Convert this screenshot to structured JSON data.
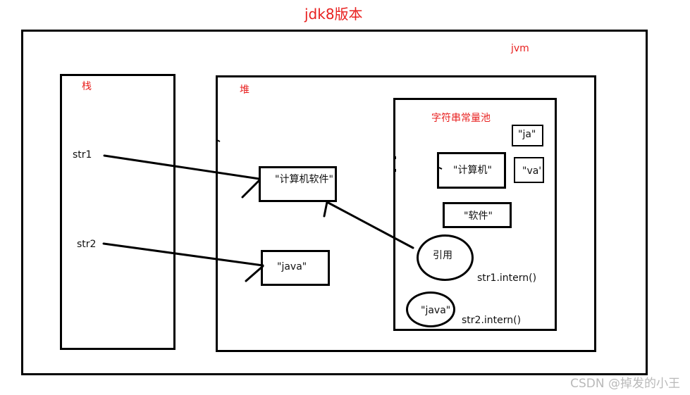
{
  "title": "jdk8版本",
  "jvm": {
    "label": "jvm"
  },
  "stack": {
    "label": "栈",
    "vars": [
      "str1",
      "str2"
    ]
  },
  "heap": {
    "label": "堆",
    "objects": [
      "\"计算机软件\"",
      "\"java\""
    ]
  },
  "string_pool": {
    "label": "字符串常量池",
    "entries": [
      "\"ja\"",
      "\"计算机\"",
      "\"va'",
      "\"软件\""
    ],
    "reference_label": "引用",
    "reference_method": "str1.intern()",
    "java_entry": "\"java\"",
    "java_method": "str2.intern()"
  },
  "watermark": "CSDN @掉发的小王",
  "colors": {
    "accent": "#e8201f",
    "line": "#000000",
    "watermark": "#b9b9b9"
  }
}
